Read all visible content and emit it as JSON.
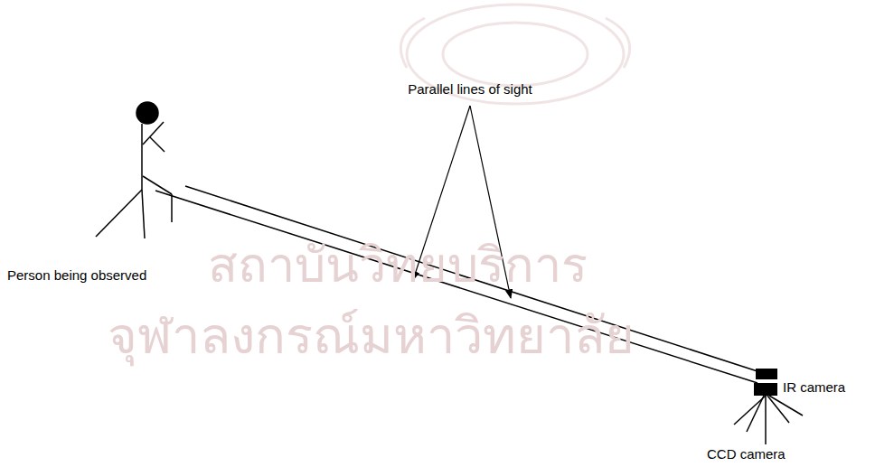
{
  "diagram": {
    "labels": [
      "สถาบันวิทยบริการ",
      "จุฬาลงกรณ์มหาวิทยาลัย",
      "Parallel lines of sight",
      "Person being observed",
      "IR camera",
      "CCD camera"
    ]
  }
}
